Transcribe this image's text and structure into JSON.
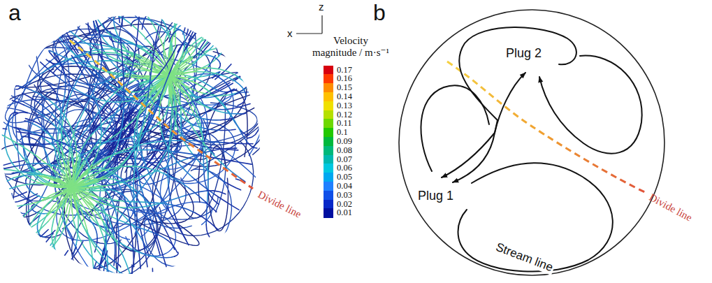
{
  "diagram": {
    "labels": [
      "a",
      "z",
      "x",
      "Velocity magnitude / m·s⁻¹",
      "Divide line",
      "b",
      "Plug 2",
      "Plug 1",
      "Stream line",
      "Divide line"
    ],
    "legend": [
      {
        "text": "0.17",
        "color": "#d7000f"
      },
      {
        "text": "0.16",
        "color": "#ff3a00"
      },
      {
        "text": "0.15",
        "color": "#ff8c00"
      },
      {
        "text": "0.14",
        "color": "#ffc000"
      },
      {
        "text": "0.13",
        "color": "#f0e000"
      },
      {
        "text": "0.12",
        "color": "#b5e000"
      },
      {
        "text": "0.11",
        "color": "#6ed800"
      },
      {
        "text": "0.1",
        "color": "#22c800"
      },
      {
        "text": "0.09",
        "color": "#00b83c"
      },
      {
        "text": "0.08",
        "color": "#00b87a"
      },
      {
        "text": "0.07",
        "color": "#00b8b0"
      },
      {
        "text": "0.06",
        "color": "#00c8e0"
      },
      {
        "text": "0.05",
        "color": "#00a8f0"
      },
      {
        "text": "0.04",
        "color": "#2080ff"
      },
      {
        "text": "0.03",
        "color": "#1050e8"
      },
      {
        "text": "0.02",
        "color": "#0828c8"
      },
      {
        "text": "0.01",
        "color": "#000fa0"
      }
    ]
  }
}
